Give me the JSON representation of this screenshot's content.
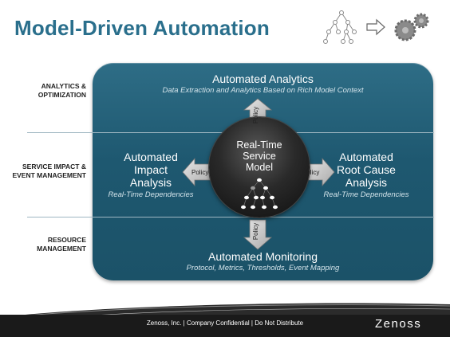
{
  "title": "Model-Driven Automation",
  "row_labels": {
    "analytics": [
      "ANALYTICS &",
      "OPTIMIZATION"
    ],
    "service": [
      "SERVICE IMPACT &",
      "EVENT MANAGEMENT"
    ],
    "resource": [
      "RESOURCE",
      "MANAGEMENT"
    ]
  },
  "top": {
    "title": "Automated Analytics",
    "subtitle": "Data Extraction and Analytics Based on Rich Model Context"
  },
  "left": {
    "title_lines": [
      "Automated",
      "Impact",
      "Analysis"
    ],
    "subtitle": "Real-Time Dependencies"
  },
  "right": {
    "title_lines": [
      "Automated",
      "Root Cause",
      "Analysis"
    ],
    "subtitle": "Real-Time Dependencies"
  },
  "bottom": {
    "title": "Automated Monitoring",
    "subtitle": "Protocol, Metrics, Thresholds, Event Mapping"
  },
  "center": {
    "lines": [
      "Real-Time",
      "Service",
      "Model"
    ]
  },
  "policy_label": "Policy",
  "footer": {
    "text": "Zenoss, Inc.  |  Company Confidential  |  Do Not Distribute",
    "logo": "Zenoss"
  },
  "icons": [
    "tree-diagram-icon",
    "arrow-right-icon",
    "gears-icon"
  ]
}
